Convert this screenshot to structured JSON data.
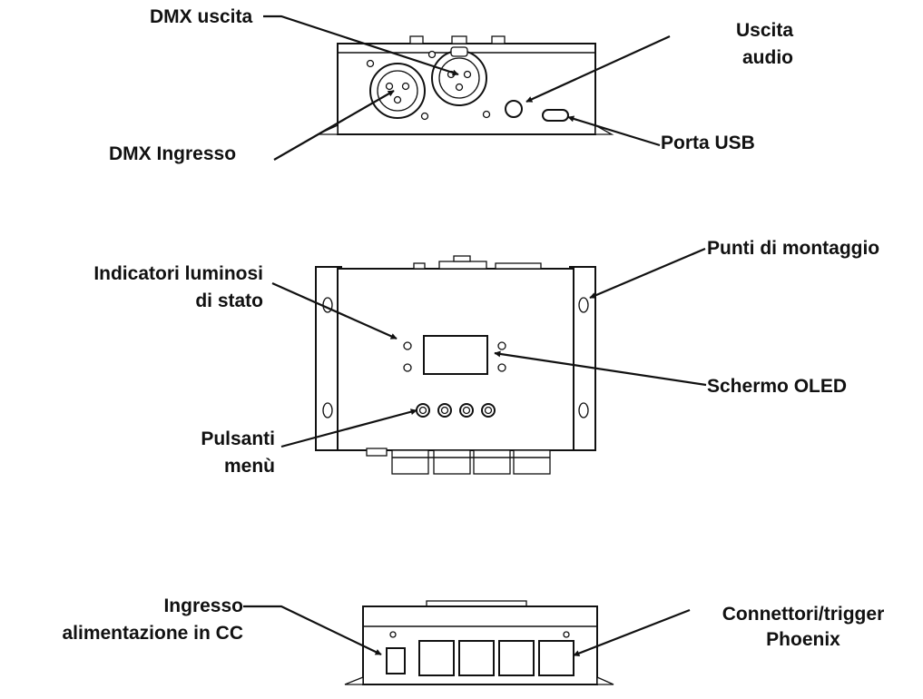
{
  "labels": {
    "dmx_out": "DMX uscita",
    "audio_out_1": "Uscita",
    "audio_out_2": "audio",
    "dmx_in": "DMX Ingresso",
    "usb": "Porta USB",
    "mounting": "Punti di montaggio",
    "status_1": "Indicatori luminosi",
    "status_2": "di stato",
    "oled": "Schermo OLED",
    "buttons_1": "Pulsanti",
    "buttons_2": "menù",
    "dc_in_1": "Ingresso",
    "dc_in_2": "alimentazione in CC",
    "phoenix_1": "Connettori/trigger",
    "phoenix_2": "Phoenix"
  },
  "colors": {
    "ink": "#111111",
    "background": "#ffffff"
  }
}
